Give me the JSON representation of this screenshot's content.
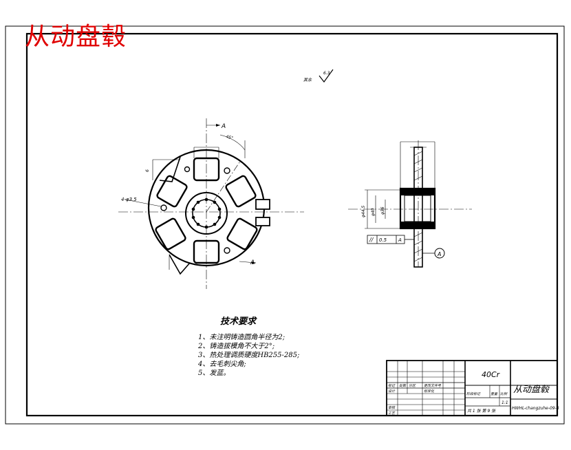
{
  "drawing_title": "从动盘毂",
  "roughness_mark": "其余",
  "roughness_value": "6.3",
  "views": {
    "front": {
      "section_label": "A",
      "hole_dim": "4-φ3.5",
      "angle_dim": "45°",
      "slot_dim": "6"
    },
    "side": {
      "dims_left": [
        "φ44.5",
        "φ40",
        "φ36"
      ],
      "tolerance_frame": {
        "symbol": "//",
        "value": "0.5",
        "datum": "A"
      },
      "datum_label": "A"
    }
  },
  "technical_requirements": {
    "title": "技术要求",
    "items": [
      "1、未注明铸造圆角半径为2;",
      "2、铸造拔模角不大于2°;",
      "3、热处理调质硬度HB255-285;",
      "4、去毛刺尖角;",
      "5、发蓝。"
    ]
  },
  "title_block": {
    "material": "40Cr",
    "part_name": "从动盘毂",
    "drawing_number": "HWHL-changzuhe-09-8",
    "scale": "1:1",
    "sheet_info": "共 1 张  第 9 张",
    "row_labels": [
      "标记",
      "设计",
      "审核",
      "工艺"
    ],
    "header_cells": [
      "处数",
      "分区",
      "更改文件号"
    ],
    "standard_label": "标准化",
    "stage_cells": [
      "阶段标记",
      "重量",
      "比例"
    ]
  }
}
